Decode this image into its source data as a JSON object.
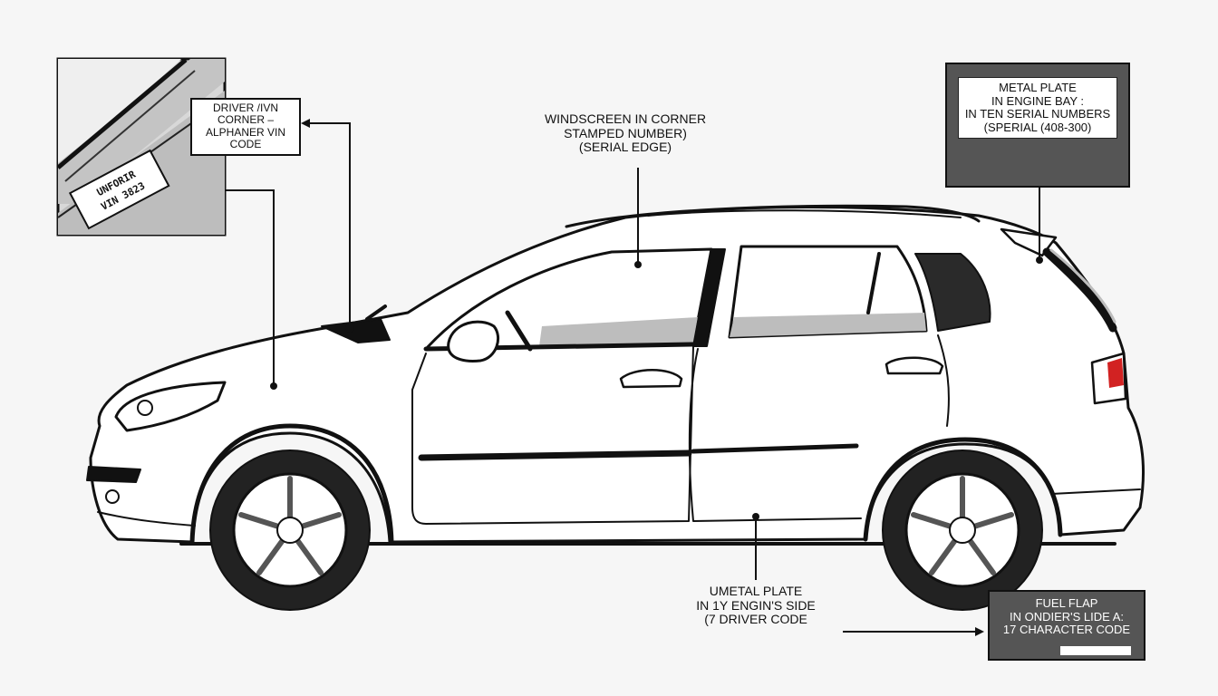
{
  "callouts": {
    "driver_vin": {
      "lines": [
        "DRIVER /IVN",
        "CORNER –",
        "ALPHANER VIN",
        "CODE"
      ]
    },
    "windscreen": {
      "lines": [
        "WINDSCREEN IN CORNER",
        "STAMPED NUMBER)",
        "(SERIAL EDGE)"
      ]
    },
    "engine_bay": {
      "lines": [
        "METAL PLATE",
        "IN ENGINE BAY :",
        "IN TEN SERIAL NUMBERS",
        "(SPERIAL (408-300)"
      ]
    },
    "metal_plate_side": {
      "lines": [
        "UMETAL PLATE",
        "IN 1Y ENGIN'S SIDE",
        "(7 DRIVER CODE"
      ]
    },
    "fuel_flap": {
      "lines": [
        "FUEL FLAP",
        "IN ONDIER'S LIDE A:",
        "17 CHARACTER CODE"
      ]
    }
  },
  "inset": {
    "plate_lines": [
      "UNFORIR",
      "VIN 3823"
    ]
  },
  "colors": {
    "ink": "#111111",
    "panel_dark": "#555555",
    "tail_light": "#d22222",
    "paper": "#f6f6f6"
  }
}
